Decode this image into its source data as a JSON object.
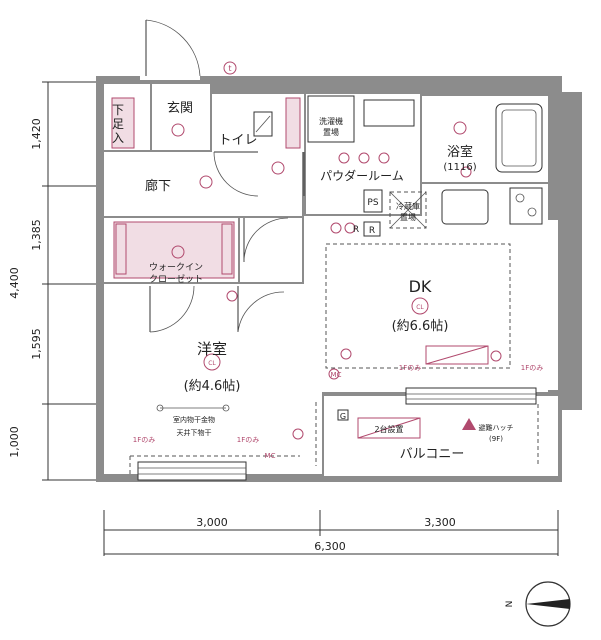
{
  "rooms": {
    "genkan": "玄関",
    "getabako_a": "下",
    "getabako_b": "足",
    "getabako_c": "入",
    "toilet": "トイレ",
    "bath": "浴室",
    "bath_size": "(1116)",
    "powder": "パウダールーム",
    "hallway": "廊下",
    "wic_a": "ウォークイン",
    "wic_b": "クローゼット",
    "dk": "DK",
    "dk_size": "(約6.6帖)",
    "western": "洋室",
    "western_size": "(約4.6帖)",
    "balcony": "バルコニー"
  },
  "fixtures": {
    "ps": "PS",
    "r_left": "R",
    "r_right": "R",
    "cl_dk": "CL",
    "cl_western": "CL",
    "washer_a": "洗濯機",
    "washer_b": "置場",
    "fridge_a": "冷蔵庫",
    "fridge_b": "置場",
    "indoor_dry": "室内物干金物",
    "ceiling_dry": "天井下物干",
    "f1_left": "1Fのみ",
    "f1_mid": "1Fのみ",
    "f1_dk": "1Fのみ",
    "f1_right": "1Fのみ",
    "two_units": "2台設置",
    "hatch_a": "避難ハッチ",
    "hatch_b": "(9F)",
    "g": "G",
    "mc_left": "MC",
    "mc_dk": "MC",
    "t_mark": "t"
  },
  "dimensions": {
    "total_height": "4,400",
    "height_segments": [
      "1,420",
      "1,385",
      "1,595",
      "1,000"
    ],
    "width_segments": [
      "3,000",
      "3,300"
    ],
    "total_width": "6,300"
  },
  "compass": {
    "label": "N"
  },
  "colors": {
    "wall": "#8c8c8c",
    "fixture_accent": "#b14a6e",
    "storage_fill": "#f1dde4"
  }
}
